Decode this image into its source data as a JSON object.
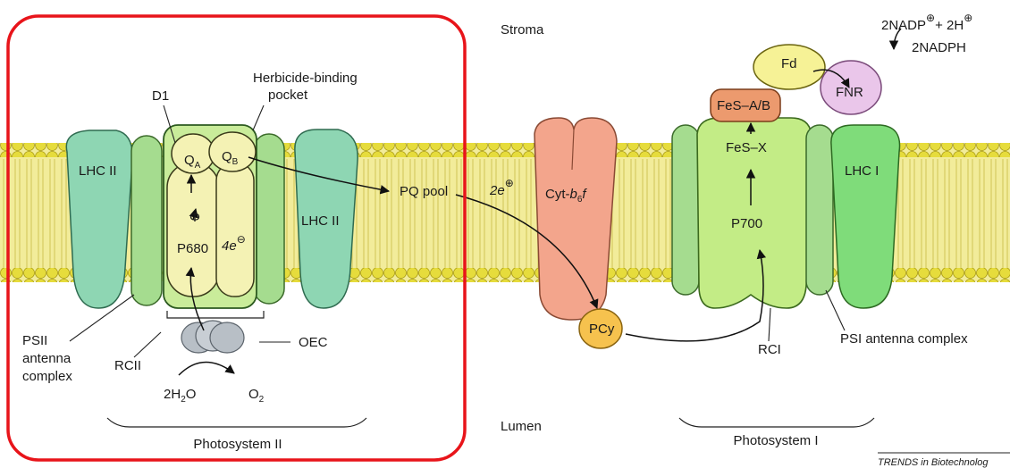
{
  "regions": {
    "stroma": "Stroma",
    "lumen": "Lumen"
  },
  "photosystem2": {
    "title": "Photosystem II",
    "lhc_left": "LHC II",
    "lhc_right": "LHC II",
    "d1": "D1",
    "herbicide_line1": "Herbicide-binding",
    "herbicide_line2": "pocket",
    "qa": "Q",
    "qa_sub": "A",
    "qb": "Q",
    "qb_sub": "B",
    "phi": "Φ",
    "p680": "P680",
    "four_e": "4e",
    "psii_antenna_1": "PSII",
    "psii_antenna_2": "antenna",
    "psii_antenna_3": "complex",
    "rcii": "RCII",
    "oec": "OEC",
    "water": "2H",
    "water_sub": "2",
    "water_tail": "O",
    "oxygen": "O",
    "oxygen_sub": "2"
  },
  "electron_transport": {
    "pq_pool": "PQ pool",
    "two_e": "2e",
    "cytb6f_a": "Cyt-",
    "cytb6f_b": "b",
    "cytb6f_sub": "6",
    "cytb6f_c": "f",
    "pcy": "PCy"
  },
  "photosystem1": {
    "title": "Photosystem I",
    "lhc1": "LHC I",
    "p700": "P700",
    "fesx": "FeS–X",
    "fesab": "FeS–A/B",
    "fd": "Fd",
    "fnr": "FNR",
    "rci": "RCI",
    "psi_antenna": "PSI antenna complex",
    "nadp": "2NADP",
    "nadp_plus": "+ 2H",
    "nadph": "2NADPH"
  },
  "footer": "TRENDS in Biotechnolog",
  "colors": {
    "highlight_box": "#e8141a",
    "membrane": "#f2ec9a",
    "lipid_head": "#e6dc3c",
    "lhc_green": "#8ed6b3",
    "psii_core": "#c9ec9a",
    "d1_yellow": "#f4f2b4",
    "cyt_b6f": "#f3a58c",
    "pcy": "#f6c24e",
    "ps1_green": "#c3ec86",
    "lhc1_green": "#7fdc7a",
    "fesab": "#ec9a6e",
    "fd": "#f6f296",
    "fnr": "#eac6ea",
    "oec": "#b8bfc6"
  }
}
